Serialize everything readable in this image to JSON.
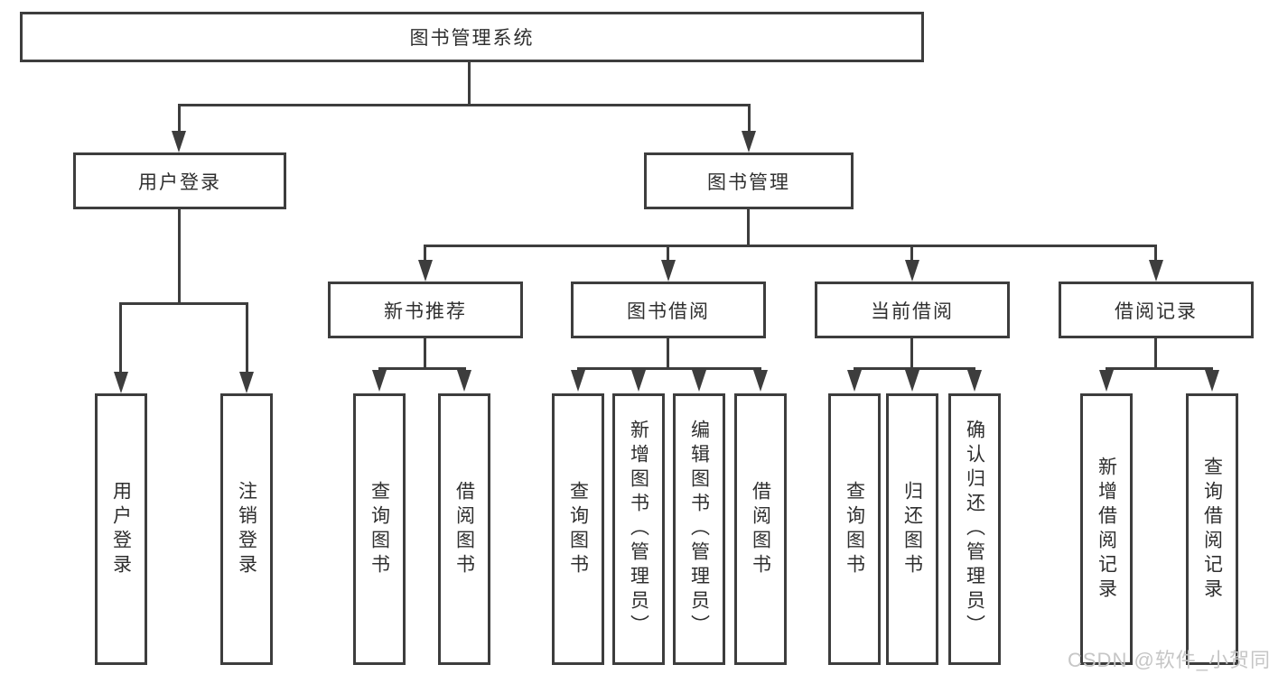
{
  "nodes": {
    "root": "图书管理系统",
    "user_login": "用户登录",
    "book_mgmt": "图书管理",
    "new_book_rec": "新书推荐",
    "book_borrow": "图书借阅",
    "current_borrow": "当前借阅",
    "borrow_records": "借阅记录",
    "leaves": {
      "user_login_1": "用户登录",
      "user_login_2": "注销登录",
      "new_book_1": "查询图书",
      "new_book_2": "借阅图书",
      "borrow_1": "查询图书",
      "borrow_2": "新增图书（管理员）",
      "borrow_3": "编辑图书（管理员）",
      "borrow_4": "借阅图书",
      "current_1": "查询图书",
      "current_2": "归还图书",
      "current_3": "确认归还（管理员）",
      "records_1": "新增借阅记录",
      "records_2": "查询借阅记录"
    }
  },
  "watermark": "CSDN @软件_小贺同学",
  "colors": {
    "line": "#3d3d3d",
    "box_fill": "#ffffff",
    "text": "#2f2f2f",
    "watermark": "#c6c6c6",
    "background": "#ffffff"
  }
}
